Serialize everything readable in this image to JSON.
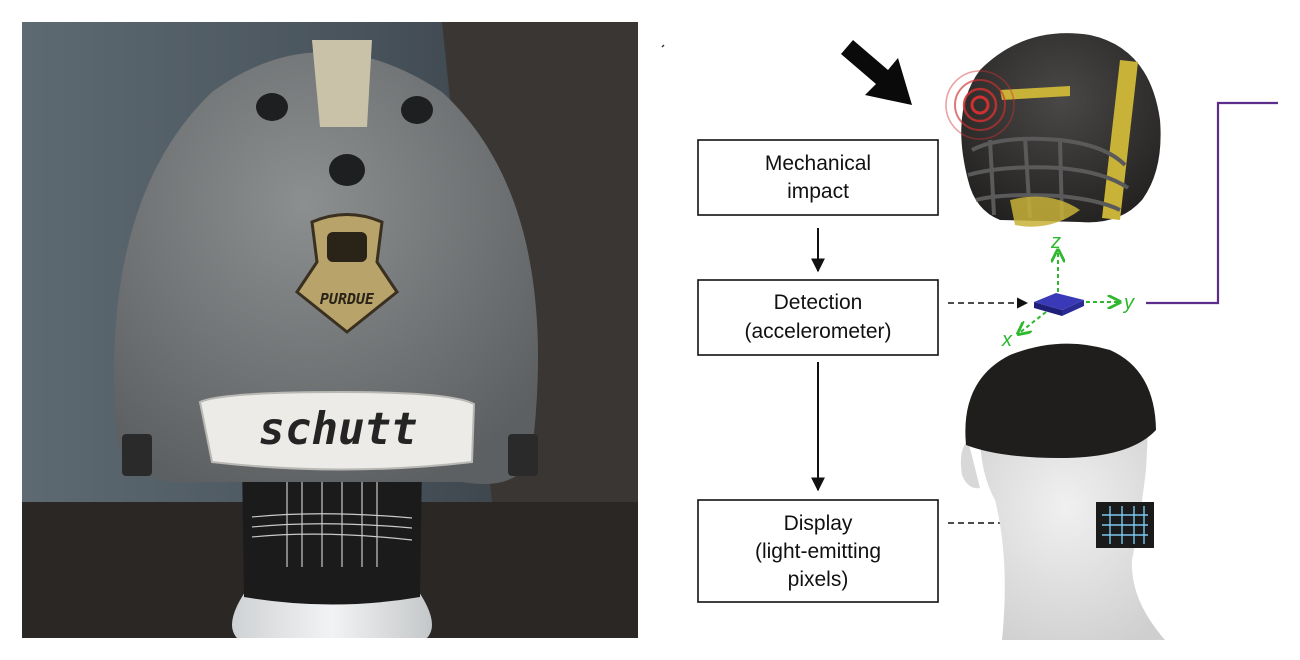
{
  "photo": {
    "brand_text": "schutt",
    "decal_text": "PURDUE"
  },
  "flow": {
    "box1": [
      "Mechanical",
      "impact"
    ],
    "box2": [
      "Detection",
      "(accelerometer)"
    ],
    "box3": [
      "Display",
      "(light-emitting",
      "pixels)"
    ]
  },
  "axes": {
    "x": "x",
    "y": "y",
    "z": "z"
  },
  "colors": {
    "axis_green": "#2db82d",
    "sensor_blue": "#2b2b9e",
    "signal_line": "#5b2c8a",
    "helmet_dark": "#2e2c2a",
    "mask_yellow": "#c8b238",
    "impact_red": "#d03030",
    "led_blue": "#7ac8f0"
  },
  "icons": [
    "impact-arrow-icon",
    "impact-ripple-icon",
    "accelerometer-chip-icon"
  ]
}
